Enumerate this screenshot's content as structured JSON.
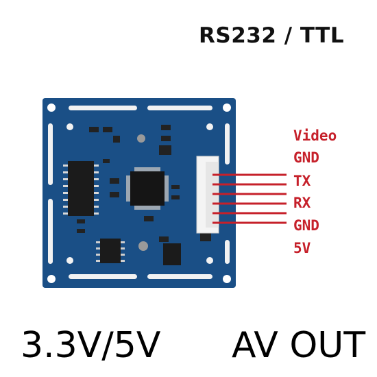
{
  "header": {
    "title": "RS232 / TTL"
  },
  "footer": {
    "voltage": "3.3V/5V",
    "output": "AV OUT"
  },
  "pins": [
    "Video",
    "GND",
    "TX",
    "RX",
    "GND",
    "5V"
  ],
  "colors": {
    "board": "#1a4f86",
    "wire": "#c6202a",
    "pin_text": "#c6202a"
  }
}
